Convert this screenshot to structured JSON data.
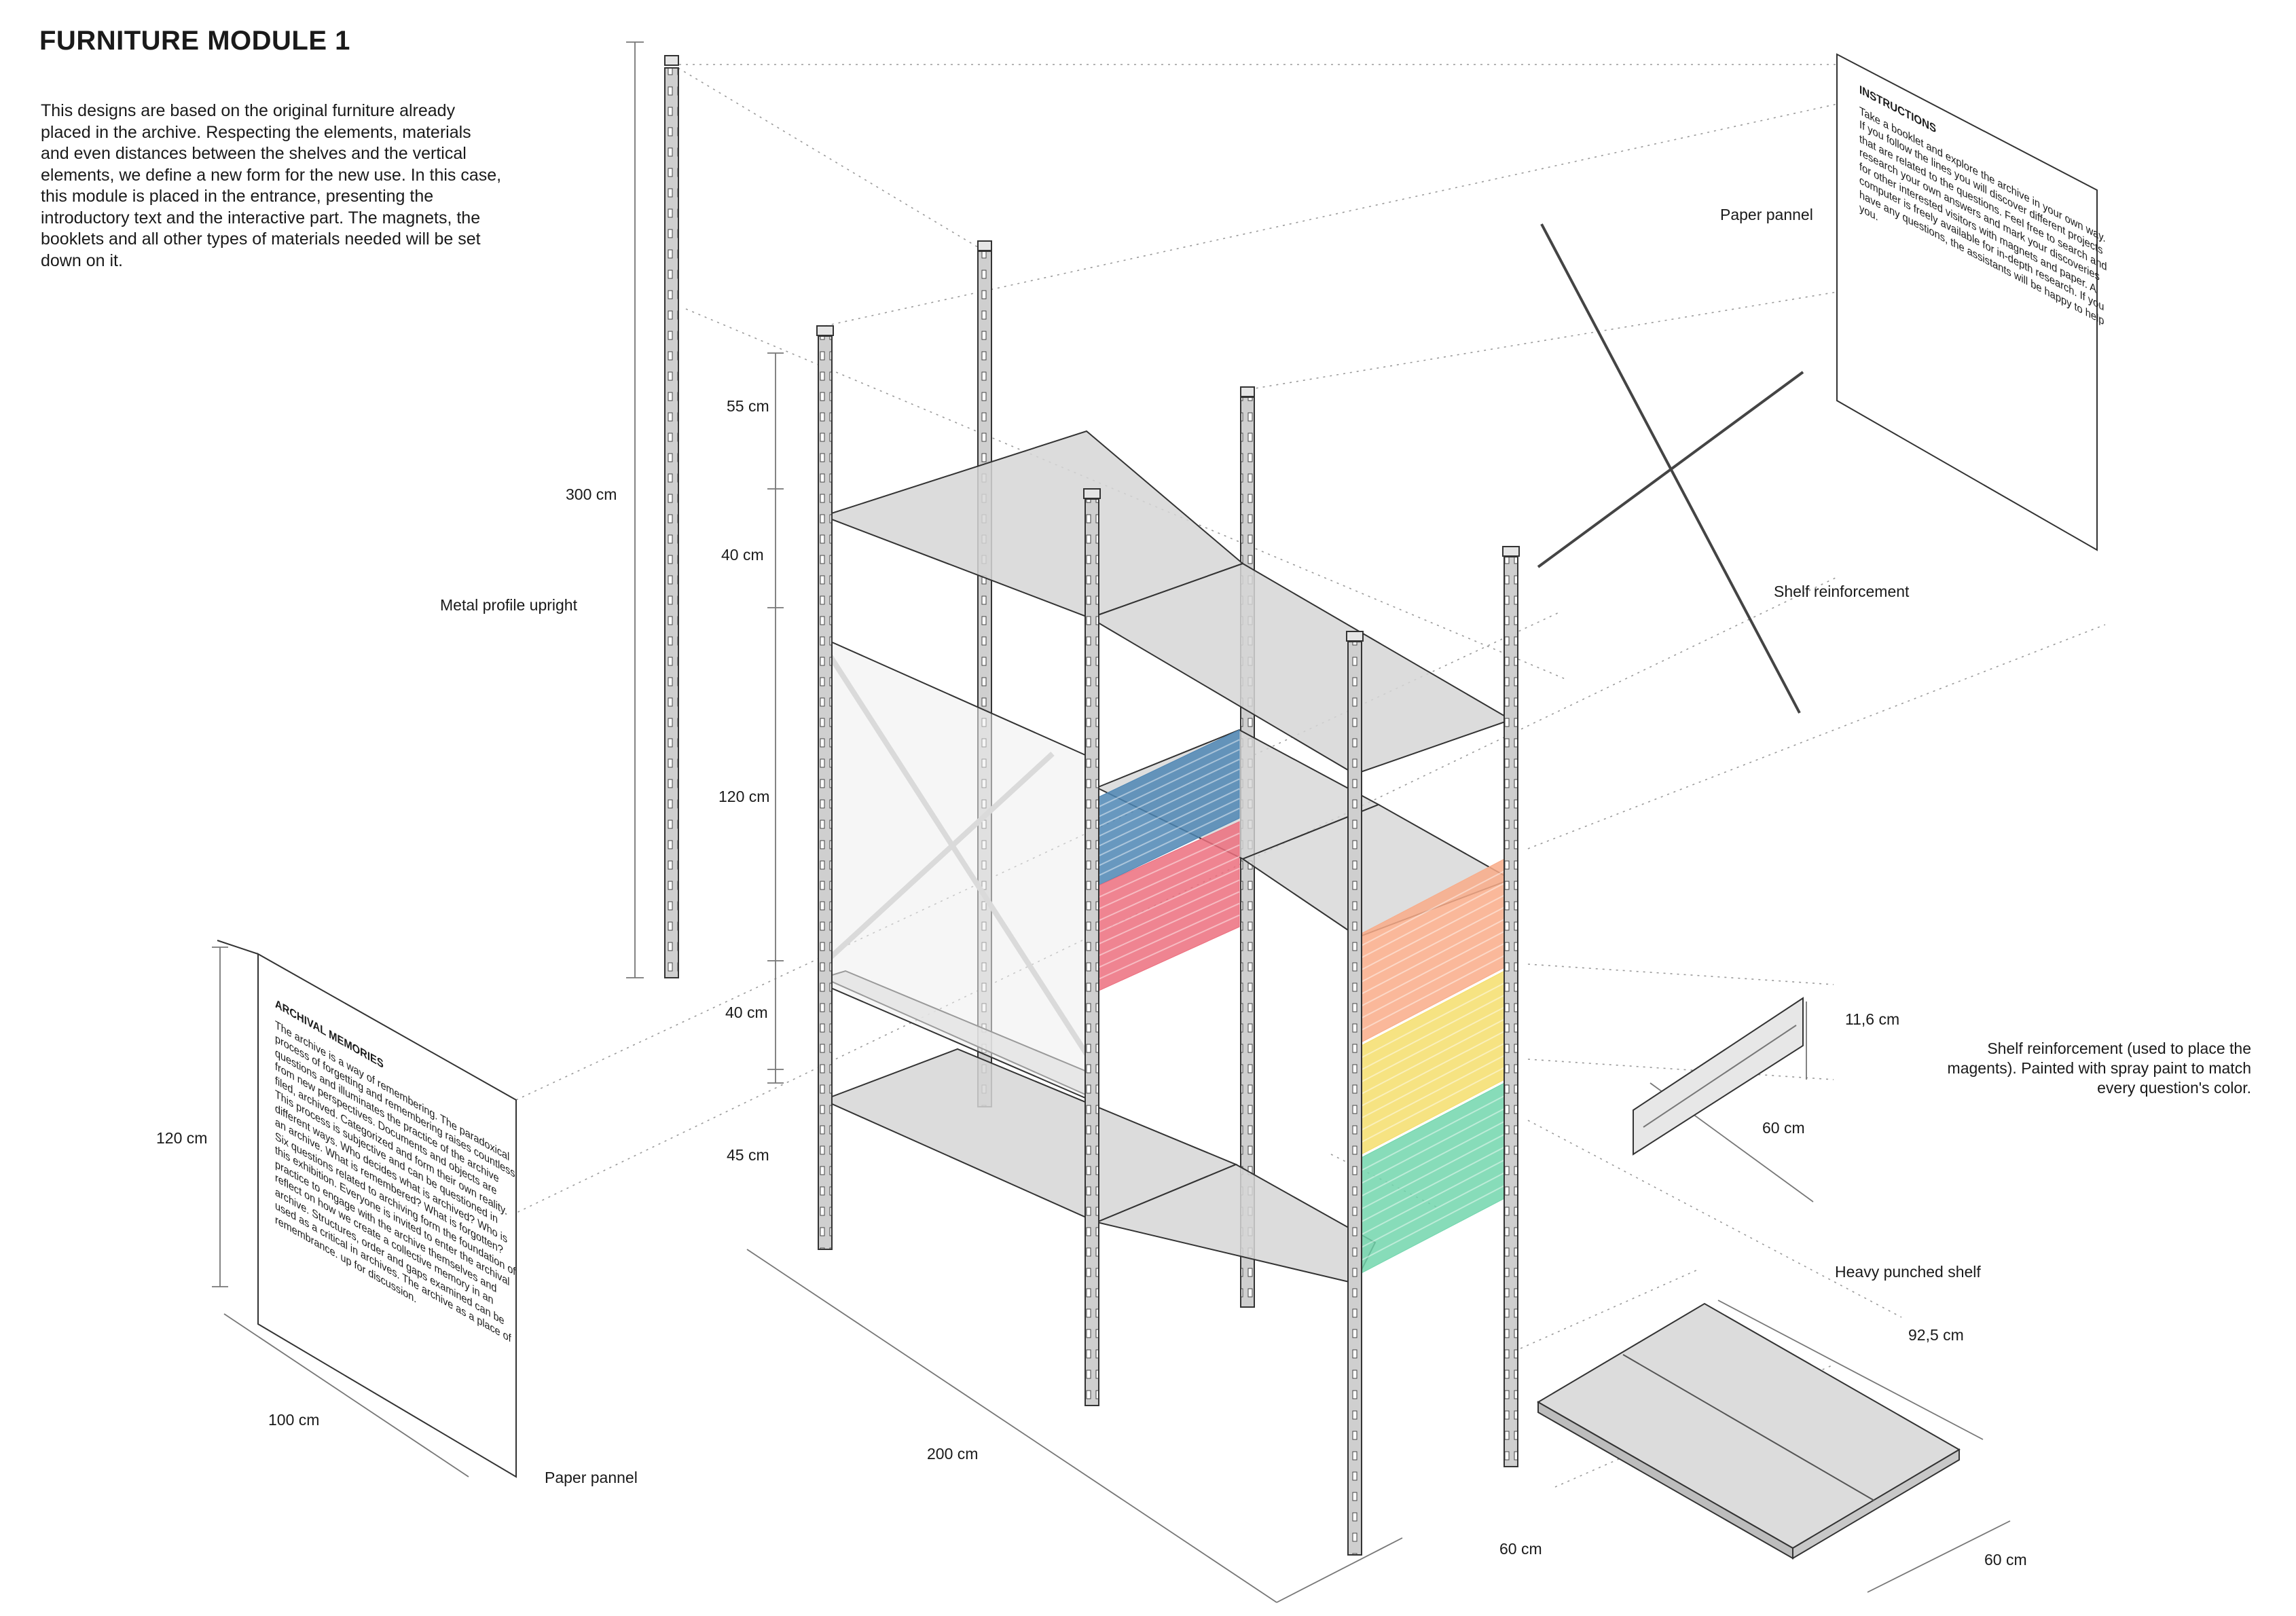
{
  "title": "FURNITURE MODULE 1",
  "intro": "This designs are based on the original furniture already placed in the archive. Respecting the elements, materials and even distances between the shelves and the vertical elements, we define a new form for the new use. In this case,  this module is placed in the entrance, presenting the introductory text and the interactive part. The magnets, the booklets and all other types of materials needed will be set down on it.",
  "labels": {
    "metal_profile": "Metal profile upright",
    "paper_pannel_top": "Paper pannel",
    "shelf_reinforcement_top": "Shelf reinforcement",
    "paper_pannel_bottom": "Paper pannel",
    "shelf_reinforcement_desc": "Shelf reinforcement (used to place the magents). Painted with spray paint to match every question's color.",
    "heavy_shelf": "Heavy punched shelf"
  },
  "dimensions": {
    "h300": "300 cm",
    "h55": "55 cm",
    "h40a": "40 cm",
    "h120": "120 cm",
    "h40b": "40 cm",
    "h45": "45 cm",
    "panel_h120": "120 cm",
    "panel_w100": "100 cm",
    "w200": "200 cm",
    "d60_frame": "60 cm",
    "reinf_h": "11,6 cm",
    "reinf_w": "60 cm",
    "shelf_w": "92,5 cm",
    "shelf_d": "60 cm"
  },
  "panels": {
    "instructions": {
      "heading": "INSTRUCTIONS",
      "body": "Take a booklet and explore the archive in your own way. If you follow the lines you will discover different projects that are related to the questions. Feel free to search and research your own answers and mark your discoveries for other interested visitors with magnets and paper. A computer is freely available for in-depth research. If you have any questions, the assistants will be happy to help you."
    },
    "archival": {
      "heading": "ARCHIVAL MEMORIES",
      "body": "The archive is a way of remembering. The paradoxical process of forgetting and remembering raises countless questions and illuminates the practice of the archive from new perspectives. Documents and objects are filed, archived. Categorized and form their own reality. This process is subjective and can be questioned in different ways. Who decides what is archived? Who is an archive. What is remembered? What is forgotten? Six questions related to archiving form the foundation of this exhibition. Everyone is invited to enter the archival practice to engage with the archive themselves and reflect on how we create a collective memory in an archive. Structures, order and gaps examined can be used as a critical in archives. The archive as a place of remembrance. up for discussion."
    }
  },
  "colors": {
    "blue": "#4e86b4",
    "pink": "#ec6e7e",
    "orange": "#f9ab88",
    "yellow": "#f5de6c",
    "green": "#72d6ad",
    "shelf_fill": "#d9d9d9",
    "line": "#3a3a3a"
  }
}
